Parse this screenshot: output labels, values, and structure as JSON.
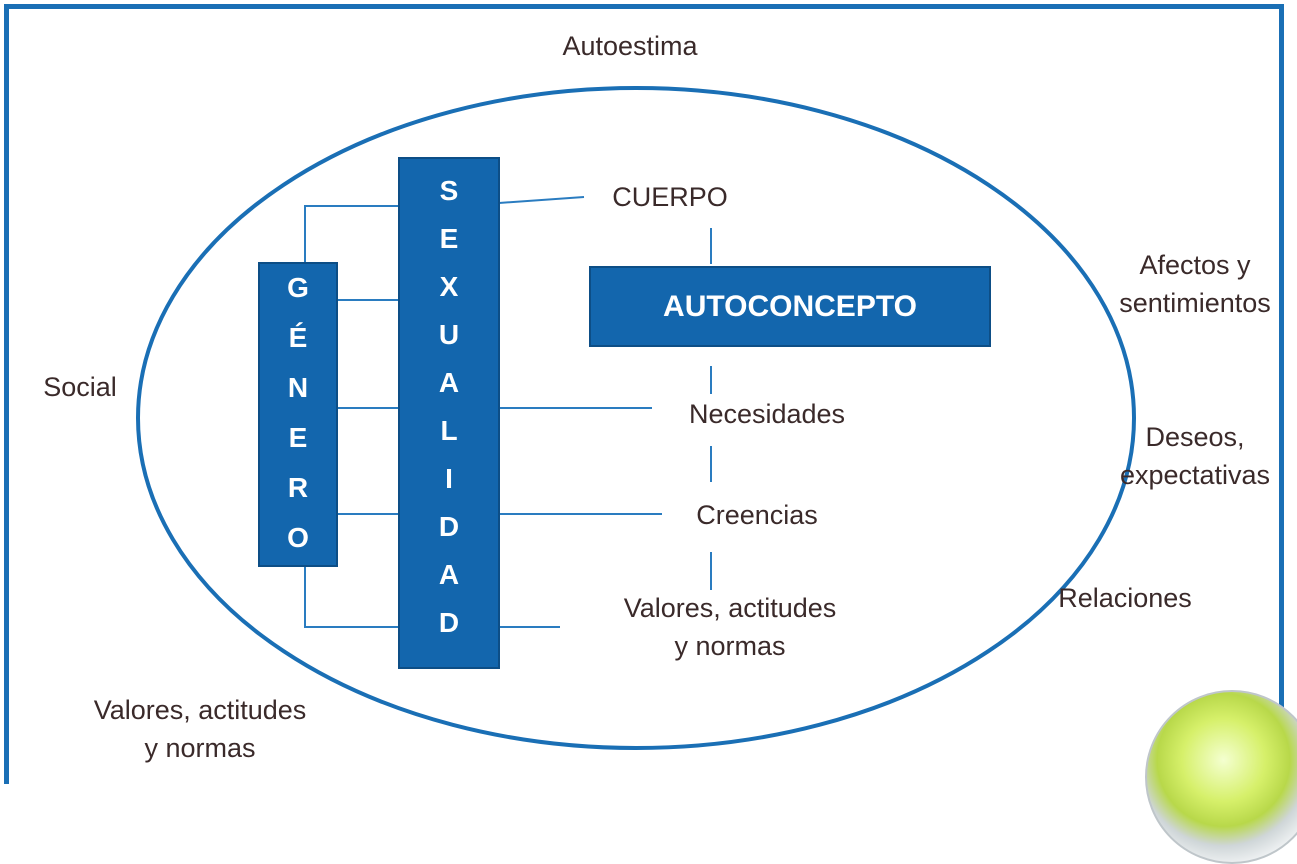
{
  "labels": {
    "autoestima": "Autoestima",
    "social": "Social",
    "afectos_line1": "Afectos y",
    "afectos_line2": "sentimientos",
    "deseos_line1": "Deseos,",
    "deseos_line2": "expectativas",
    "relaciones": "Relaciones",
    "valores_outer_line1": "Valores, actitudes",
    "valores_outer_line2": "y normas",
    "cuerpo": "CUERPO",
    "necesidades": "Necesidades",
    "creencias": "Creencias",
    "valores_inner_line1": "Valores, actitudes",
    "valores_inner_line2": "y normas"
  },
  "boxes": {
    "genero_letters": [
      "G",
      "É",
      "N",
      "E",
      "R",
      "O"
    ],
    "sexualidad_letters": [
      "S",
      "E",
      "X",
      "U",
      "A",
      "L",
      "I",
      "D",
      "A",
      "D"
    ],
    "autoconcepto": "AUTOCONCEPTO"
  },
  "colors": {
    "box_fill": "#1366ad",
    "frame": "#1a6fb5",
    "text": "#3a2a2a"
  },
  "icons": {
    "corner": "puzzle-piece-icon"
  }
}
